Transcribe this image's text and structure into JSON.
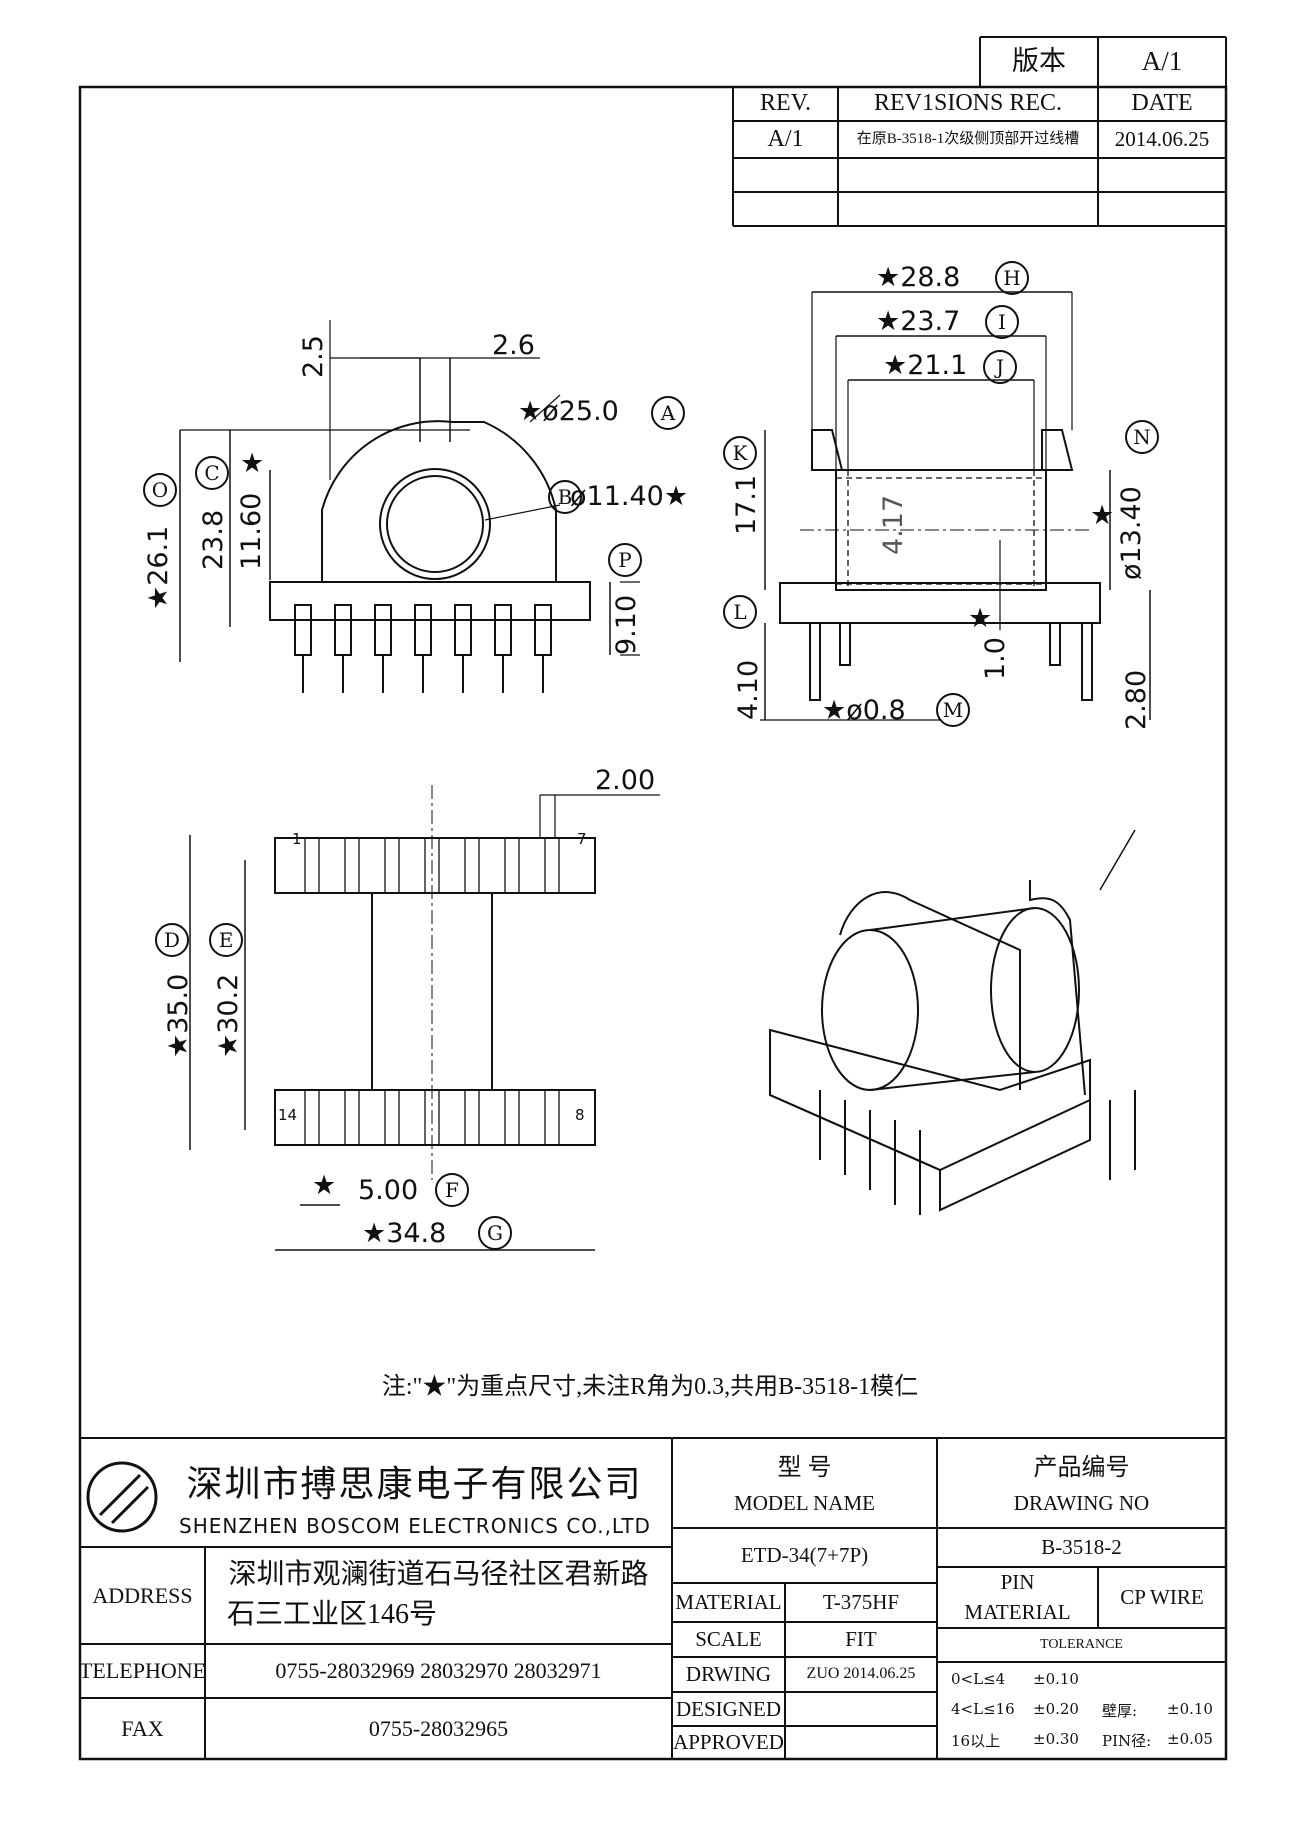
{
  "revision_table": {
    "version_label": "版本",
    "version_value": "A/1",
    "headers": {
      "rev": "REV.",
      "rec": "REV1SIONS REC.",
      "date": "DATE"
    },
    "rows": [
      {
        "rev": "A/1",
        "rec": "在原B-3518-1次级侧顶部开过线槽",
        "date": "2014.06.25"
      },
      {
        "rev": "",
        "rec": "",
        "date": ""
      },
      {
        "rev": "",
        "rec": "",
        "date": ""
      }
    ]
  },
  "dimensions": {
    "h": "★28.8",
    "i": "★23.7",
    "j": "★21.1",
    "k": "17.1",
    "n_star": "★",
    "phi13": "ø13.40",
    "d417": "4.17",
    "d10": "1.0",
    "l_star": "★",
    "d410": "4.10",
    "phi08": "★ø0.8",
    "d280": "2.80",
    "d25": "2.5",
    "d26": "2.6",
    "phi25": "★ø25.0",
    "o": "★26.1",
    "c": "23.8",
    "c_star": "★",
    "d1160": "11.60",
    "phi1140": "ø11.40★",
    "d910": "9.10",
    "d200": "2.00",
    "d350": "★35.0",
    "d302": "★30.2",
    "f_star": "★",
    "d500": "5.00",
    "g": "★34.8"
  },
  "markers": [
    "A",
    "B",
    "C",
    "D",
    "E",
    "F",
    "G",
    "H",
    "I",
    "J",
    "K",
    "L",
    "M",
    "N",
    "O",
    "P"
  ],
  "pin_labels": {
    "p1": "1",
    "p7": "7",
    "p14": "14",
    "p8": "8"
  },
  "note": "注:\"★\"为重点尺寸,未注R角为0.3,共用B-3518-1模仁",
  "title_block": {
    "company_cn": "深圳市搏思康电子有限公司",
    "company_en": "SHENZHEN BOSCOM ELECTRONICS CO.,LTD",
    "address_label": "ADDRESS",
    "address_line1": "深圳市观澜街道石马径社区君新路",
    "address_line2": "石三工业区146号",
    "telephone_label": "TELEPHONE",
    "telephone": "0755-28032969 28032970 28032971",
    "fax_label": "FAX",
    "fax": "0755-28032965",
    "model_cn": "型    号",
    "model_en": "MODEL NAME",
    "model_value": "ETD-34(7+7P)",
    "drawing_cn": "产品编号",
    "drawing_en": "DRAWING NO",
    "drawing_value": "B-3518-2",
    "material_label": "MATERIAL",
    "material_value": "T-375HF",
    "pin_material_label_1": "PIN",
    "pin_material_label_2": "MATERIAL",
    "pin_material_value": "CP WIRE",
    "scale_label": "SCALE",
    "scale_value": "FIT",
    "drwing_label": "DRWING",
    "drwing_value": "ZUO 2014.06.25",
    "designed_label": "DESIGNED",
    "designed_value": "",
    "approved_label": "APPROVED",
    "approved_value": "",
    "tolerance_label": "TOLERANCE",
    "tolerance_rows": [
      {
        "range": "0<L≤4",
        "tol": "±0.10",
        "extra_label": "",
        "extra_value": ""
      },
      {
        "range": "4<L≤16",
        "tol": "±0.20",
        "extra_label": "壁厚:",
        "extra_value": "±0.10"
      },
      {
        "range": "16以上",
        "tol": "±0.30",
        "extra_label": "PIN径:",
        "extra_value": "±0.05"
      }
    ]
  }
}
